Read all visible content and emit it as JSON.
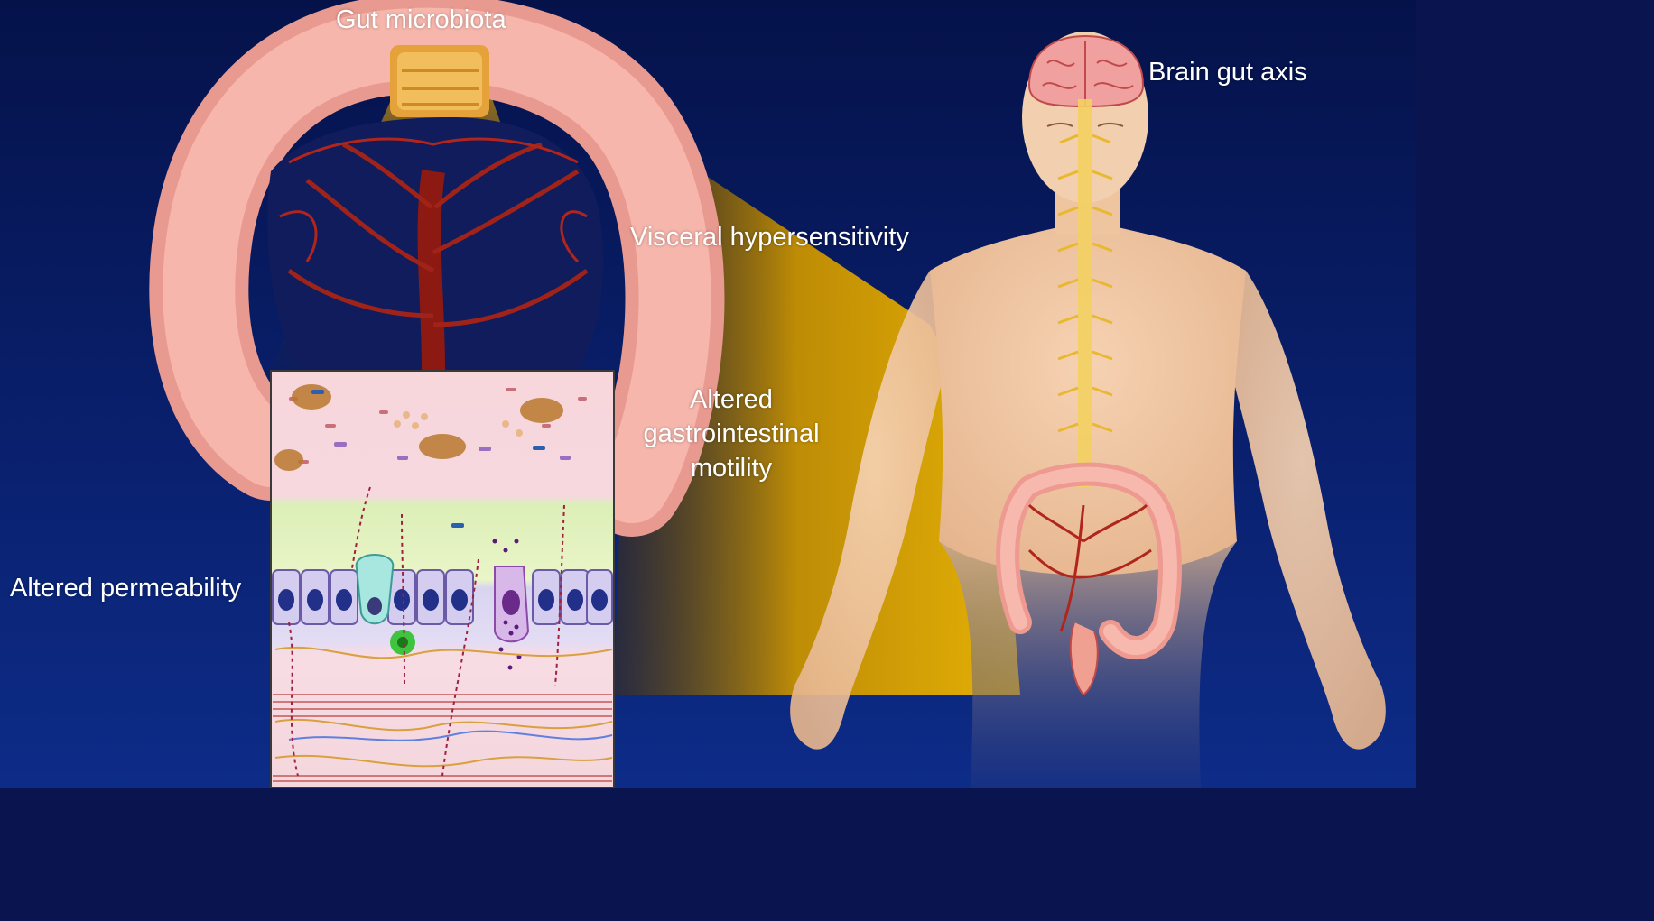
{
  "labels": {
    "gut_microbiota": "Gut microbiota",
    "brain_gut_axis": "Brain gut axis",
    "visceral_hypersensitivity": "Visceral hypersensitivity",
    "altered_motility_line1": "Altered",
    "altered_motility_line2": "gastrointestinal",
    "altered_motility_line3": "motility",
    "altered_permeability": "Altered permeability"
  },
  "colors": {
    "background_top": "#05124a",
    "background_bottom": "#0b2a82",
    "intestine": "#f2a49a",
    "vessels": "#b0201a",
    "highlight": "#e8b200",
    "skin": "#f3c9a6"
  }
}
